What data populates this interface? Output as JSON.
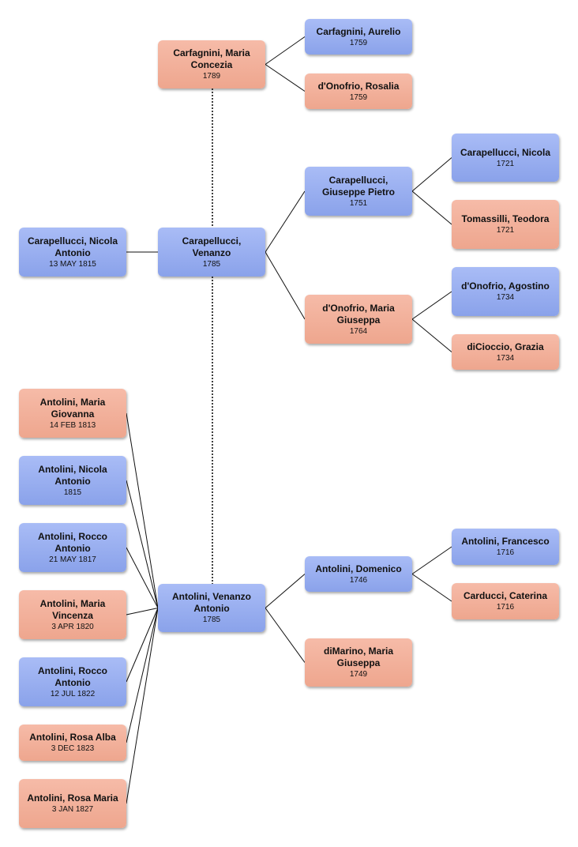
{
  "people": {
    "carfagnini_maria_concezia": {
      "name": "Carfagnini, Maria Concezia",
      "date": "1789",
      "gender": "female"
    },
    "carfagnini_aurelio": {
      "name": "Carfagnini, Aurelio",
      "date": "1759",
      "gender": "male"
    },
    "donofrio_rosalia": {
      "name": "d'Onofrio, Rosalia",
      "date": "1759",
      "gender": "female"
    },
    "carapellucci_nicola_antonio": {
      "name": "Carapellucci, Nicola Antonio",
      "date": "13 MAY 1815",
      "gender": "male"
    },
    "carapellucci_venanzo": {
      "name": "Carapellucci, Venanzo",
      "date": "1785",
      "gender": "male"
    },
    "carapellucci_giuseppe_pietro": {
      "name": "Carapellucci, Giuseppe Pietro",
      "date": "1751",
      "gender": "male"
    },
    "carapellucci_nicola": {
      "name": "Carapellucci, Nicola",
      "date": "1721",
      "gender": "male"
    },
    "tomassilli_teodora": {
      "name": "Tomassilli, Teodora",
      "date": "1721",
      "gender": "female"
    },
    "donofrio_maria_giuseppa": {
      "name": "d'Onofrio, Maria Giuseppa",
      "date": "1764",
      "gender": "female"
    },
    "donofrio_agostino": {
      "name": "d'Onofrio, Agostino",
      "date": "1734",
      "gender": "male"
    },
    "dicioccio_grazia": {
      "name": "diCioccio, Grazia",
      "date": "1734",
      "gender": "female"
    },
    "antolini_maria_giovanna": {
      "name": "Antolini, Maria Giovanna",
      "date": "14 FEB 1813",
      "gender": "female"
    },
    "antolini_nicola_antonio": {
      "name": "Antolini, Nicola Antonio",
      "date": "1815",
      "gender": "male"
    },
    "antolini_rocco_antonio_1817": {
      "name": "Antolini, Rocco Antonio",
      "date": "21 MAY 1817",
      "gender": "male"
    },
    "antolini_maria_vincenza": {
      "name": "Antolini, Maria Vincenza",
      "date": "3 APR 1820",
      "gender": "female"
    },
    "antolini_rocco_antonio_1822": {
      "name": "Antolini, Rocco Antonio",
      "date": "12 JUL 1822",
      "gender": "male"
    },
    "antolini_rosa_alba": {
      "name": "Antolini, Rosa Alba",
      "date": "3 DEC 1823",
      "gender": "female"
    },
    "antolini_rosa_maria": {
      "name": "Antolini, Rosa Maria",
      "date": "3 JAN 1827",
      "gender": "female"
    },
    "antolini_venanzo_antonio": {
      "name": "Antolini, Venanzo Antonio",
      "date": "1785",
      "gender": "male"
    },
    "antolini_domenico": {
      "name": "Antolini, Domenico",
      "date": "1746",
      "gender": "male"
    },
    "antolini_francesco": {
      "name": "Antolini, Francesco",
      "date": "1716",
      "gender": "male"
    },
    "carducci_caterina": {
      "name": "Carducci, Caterina",
      "date": "1716",
      "gender": "female"
    },
    "dimarino_maria_giuseppa": {
      "name": "diMarino, Maria Giuseppa",
      "date": "1749",
      "gender": "female"
    }
  },
  "links": [
    [
      "carfagnini_maria_concezia",
      "carfagnini_aurelio"
    ],
    [
      "carfagnini_maria_concezia",
      "donofrio_rosalia"
    ],
    [
      "carapellucci_nicola_antonio",
      "carapellucci_venanzo"
    ],
    [
      "carapellucci_venanzo",
      "carapellucci_giuseppe_pietro"
    ],
    [
      "carapellucci_venanzo",
      "donofrio_maria_giuseppa"
    ],
    [
      "carapellucci_giuseppe_pietro",
      "carapellucci_nicola"
    ],
    [
      "carapellucci_giuseppe_pietro",
      "tomassilli_teodora"
    ],
    [
      "donofrio_maria_giuseppa",
      "donofrio_agostino"
    ],
    [
      "donofrio_maria_giuseppa",
      "dicioccio_grazia"
    ],
    [
      "antolini_maria_giovanna",
      "antolini_venanzo_antonio"
    ],
    [
      "antolini_nicola_antonio",
      "antolini_venanzo_antonio"
    ],
    [
      "antolini_rocco_antonio_1817",
      "antolini_venanzo_antonio"
    ],
    [
      "antolini_maria_vincenza",
      "antolini_venanzo_antonio"
    ],
    [
      "antolini_rocco_antonio_1822",
      "antolini_venanzo_antonio"
    ],
    [
      "antolini_rosa_alba",
      "antolini_venanzo_antonio"
    ],
    [
      "antolini_rosa_maria",
      "antolini_venanzo_antonio"
    ],
    [
      "antolini_venanzo_antonio",
      "antolini_domenico"
    ],
    [
      "antolini_venanzo_antonio",
      "dimarino_maria_giuseppa"
    ],
    [
      "antolini_domenico",
      "antolini_francesco"
    ],
    [
      "antolini_domenico",
      "carducci_caterina"
    ]
  ],
  "spouse_links": [
    [
      "carfagnini_maria_concezia",
      "carapellucci_venanzo"
    ],
    [
      "carapellucci_venanzo",
      "antolini_venanzo_antonio"
    ]
  ],
  "colors": {
    "male": "#9bb0f0",
    "female": "#f2b09a",
    "line": "#111111"
  }
}
